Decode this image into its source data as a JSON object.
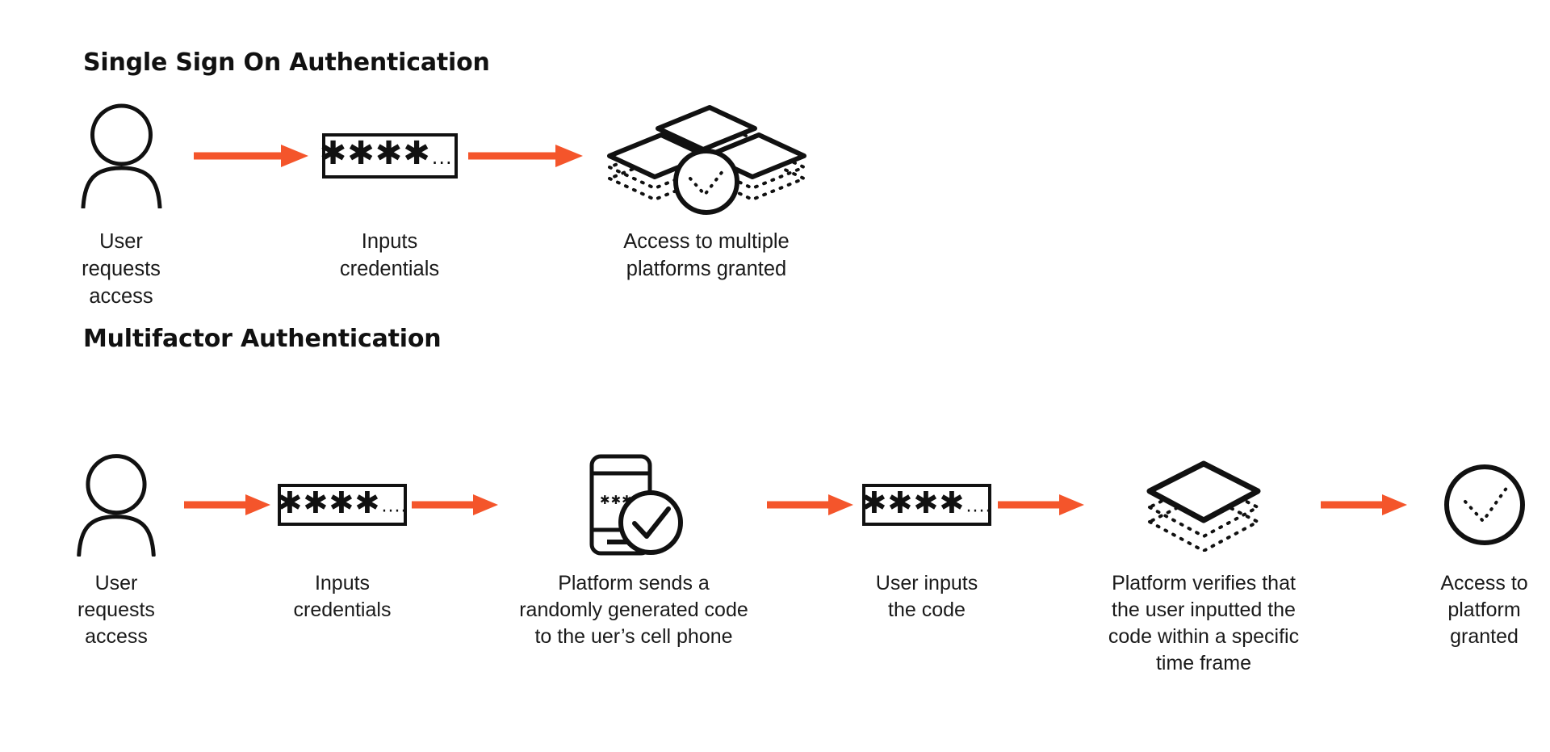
{
  "page": {
    "background_color": "#ffffff",
    "accent_color": "#F4552B",
    "ink_color": "#111111"
  },
  "sections": [
    {
      "id": "sso",
      "title": "Single Sign On Authentication",
      "steps": [
        {
          "icon": "user-icon",
          "caption": "User\nrequests\naccess"
        },
        {
          "icon": "password-field-icon",
          "caption": "Inputs\ncredentials"
        },
        {
          "icon": "multiple-platforms-icon",
          "caption": "Access to multiple\nplatforms granted"
        }
      ]
    },
    {
      "id": "mfa",
      "title": "Multifactor Authentication",
      "steps": [
        {
          "icon": "user-icon",
          "caption": "User\nrequests\naccess"
        },
        {
          "icon": "password-field-icon",
          "caption": "Inputs\ncredentials"
        },
        {
          "icon": "phone-verified-icon",
          "caption": "Platform sends a\nrandomly generated code\nto the uer’s cell phone"
        },
        {
          "icon": "password-field-icon",
          "caption": "User inputs\nthe code"
        },
        {
          "icon": "platform-stack-icon",
          "caption": "Platform verifies that\nthe user inputted the\ncode within a specific\ntime frame"
        },
        {
          "icon": "check-circle-icon",
          "caption": "Access to\nplatform\ngranted"
        }
      ]
    }
  ],
  "glyphs": {
    "password_stars": "✱✱✱✱",
    "password_dots": "····",
    "phone_code_stars": "✱✱✱✱✱✱"
  }
}
